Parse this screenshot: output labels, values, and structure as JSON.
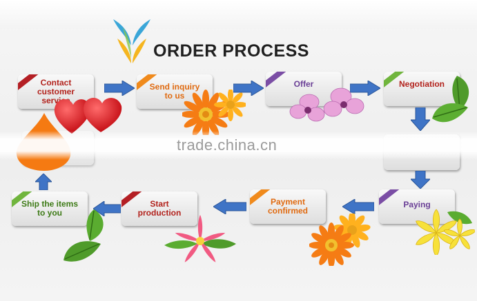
{
  "title": "ORDER PROCESS",
  "watermark": "trade.china.cn",
  "colors": {
    "text_red": "#b2221c",
    "text_orange": "#e06a10",
    "text_purple": "#6a3f96",
    "text_green": "#3d7a16",
    "arrow_blue": "#3f74c6",
    "ribbon_red": "#b41f24",
    "ribbon_orange": "#f08a1c",
    "ribbon_purple": "#7b4ea5",
    "ribbon_green": "#70b53d"
  },
  "steps": {
    "contact": {
      "label": "Contact\ncustomer\nservice",
      "color": "#b2221c",
      "ribbon": "#b41f24"
    },
    "send_inquiry": {
      "label": "Send inquiry\nto us",
      "color": "#e06a10",
      "ribbon": "#f08a1c"
    },
    "offer": {
      "label": "Offer",
      "color": "#6a3f96",
      "ribbon": "#7b4ea5"
    },
    "negotiation": {
      "label": "Negotiation",
      "color": "#b2221c",
      "ribbon": "#70b53d"
    },
    "paying": {
      "label": "Paying",
      "color": "#6a3f96",
      "ribbon": "#7b4ea5"
    },
    "payment_confirmed": {
      "label": "Payment\nconfirmed",
      "color": "#e06a10",
      "ribbon": "#f08a1c"
    },
    "start_production": {
      "label": "Start\nproduction",
      "color": "#b2221c",
      "ribbon": "#b41f24"
    },
    "ship_items": {
      "label": "Ship the items\nto you",
      "color": "#3d7a16",
      "ribbon": "#70b53d"
    }
  }
}
